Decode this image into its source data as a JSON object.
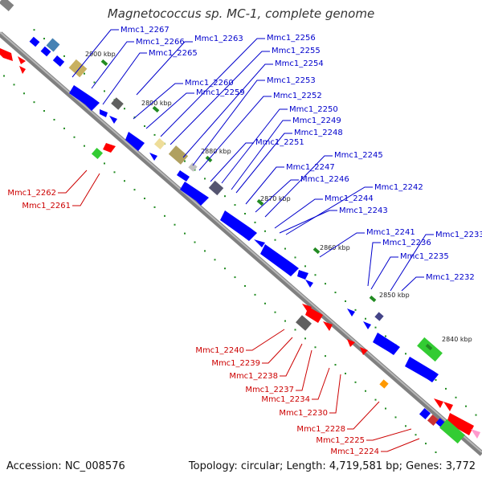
{
  "title": "Magnetococcus sp. MC-1, complete genome",
  "footer": {
    "accession": "Accession: NC_008576",
    "summary": "Topology: circular; Length: 4,719,581 bp; Genes: 3,772"
  },
  "colors": {
    "forward_label": "#0000cc",
    "reverse_label": "#cc0000",
    "forward_gene": "#0000ff",
    "reverse_gene": "#ff0000",
    "backbone": "#808080",
    "ticks": "#228b22"
  },
  "kbp_ticks": [
    "2900 kbp",
    "2890 kbp",
    "2880 kbp",
    "2870 kbp",
    "2860 kbp",
    "2850 kbp",
    "2840 kbp"
  ],
  "forward_labels": [
    "Mmc1_2267",
    "Mmc1_2266",
    "Mmc1_2265",
    "Mmc1_2263",
    "Mmc1_2256",
    "Mmc1_2255",
    "Mmc1_2254",
    "Mmc1_2260",
    "Mmc1_2259",
    "Mmc1_2253",
    "Mmc1_2252",
    "Mmc1_2250",
    "Mmc1_2249",
    "Mmc1_2248",
    "Mmc1_2251",
    "Mmc1_2245",
    "Mmc1_2247",
    "Mmc1_2246",
    "Mmc1_2242",
    "Mmc1_2244",
    "Mmc1_2243",
    "Mmc1_2241",
    "Mmc1_2233",
    "Mmc1_2236",
    "Mmc1_2235",
    "Mmc1_2232"
  ],
  "reverse_labels": [
    "Mmc1_2262",
    "Mmc1_2261",
    "Mmc1_2240",
    "Mmc1_2239",
    "Mmc1_2238",
    "Mmc1_2237",
    "Mmc1_2234",
    "Mmc1_2230",
    "Mmc1_2228",
    "Mmc1_2225",
    "Mmc1_2224"
  ]
}
